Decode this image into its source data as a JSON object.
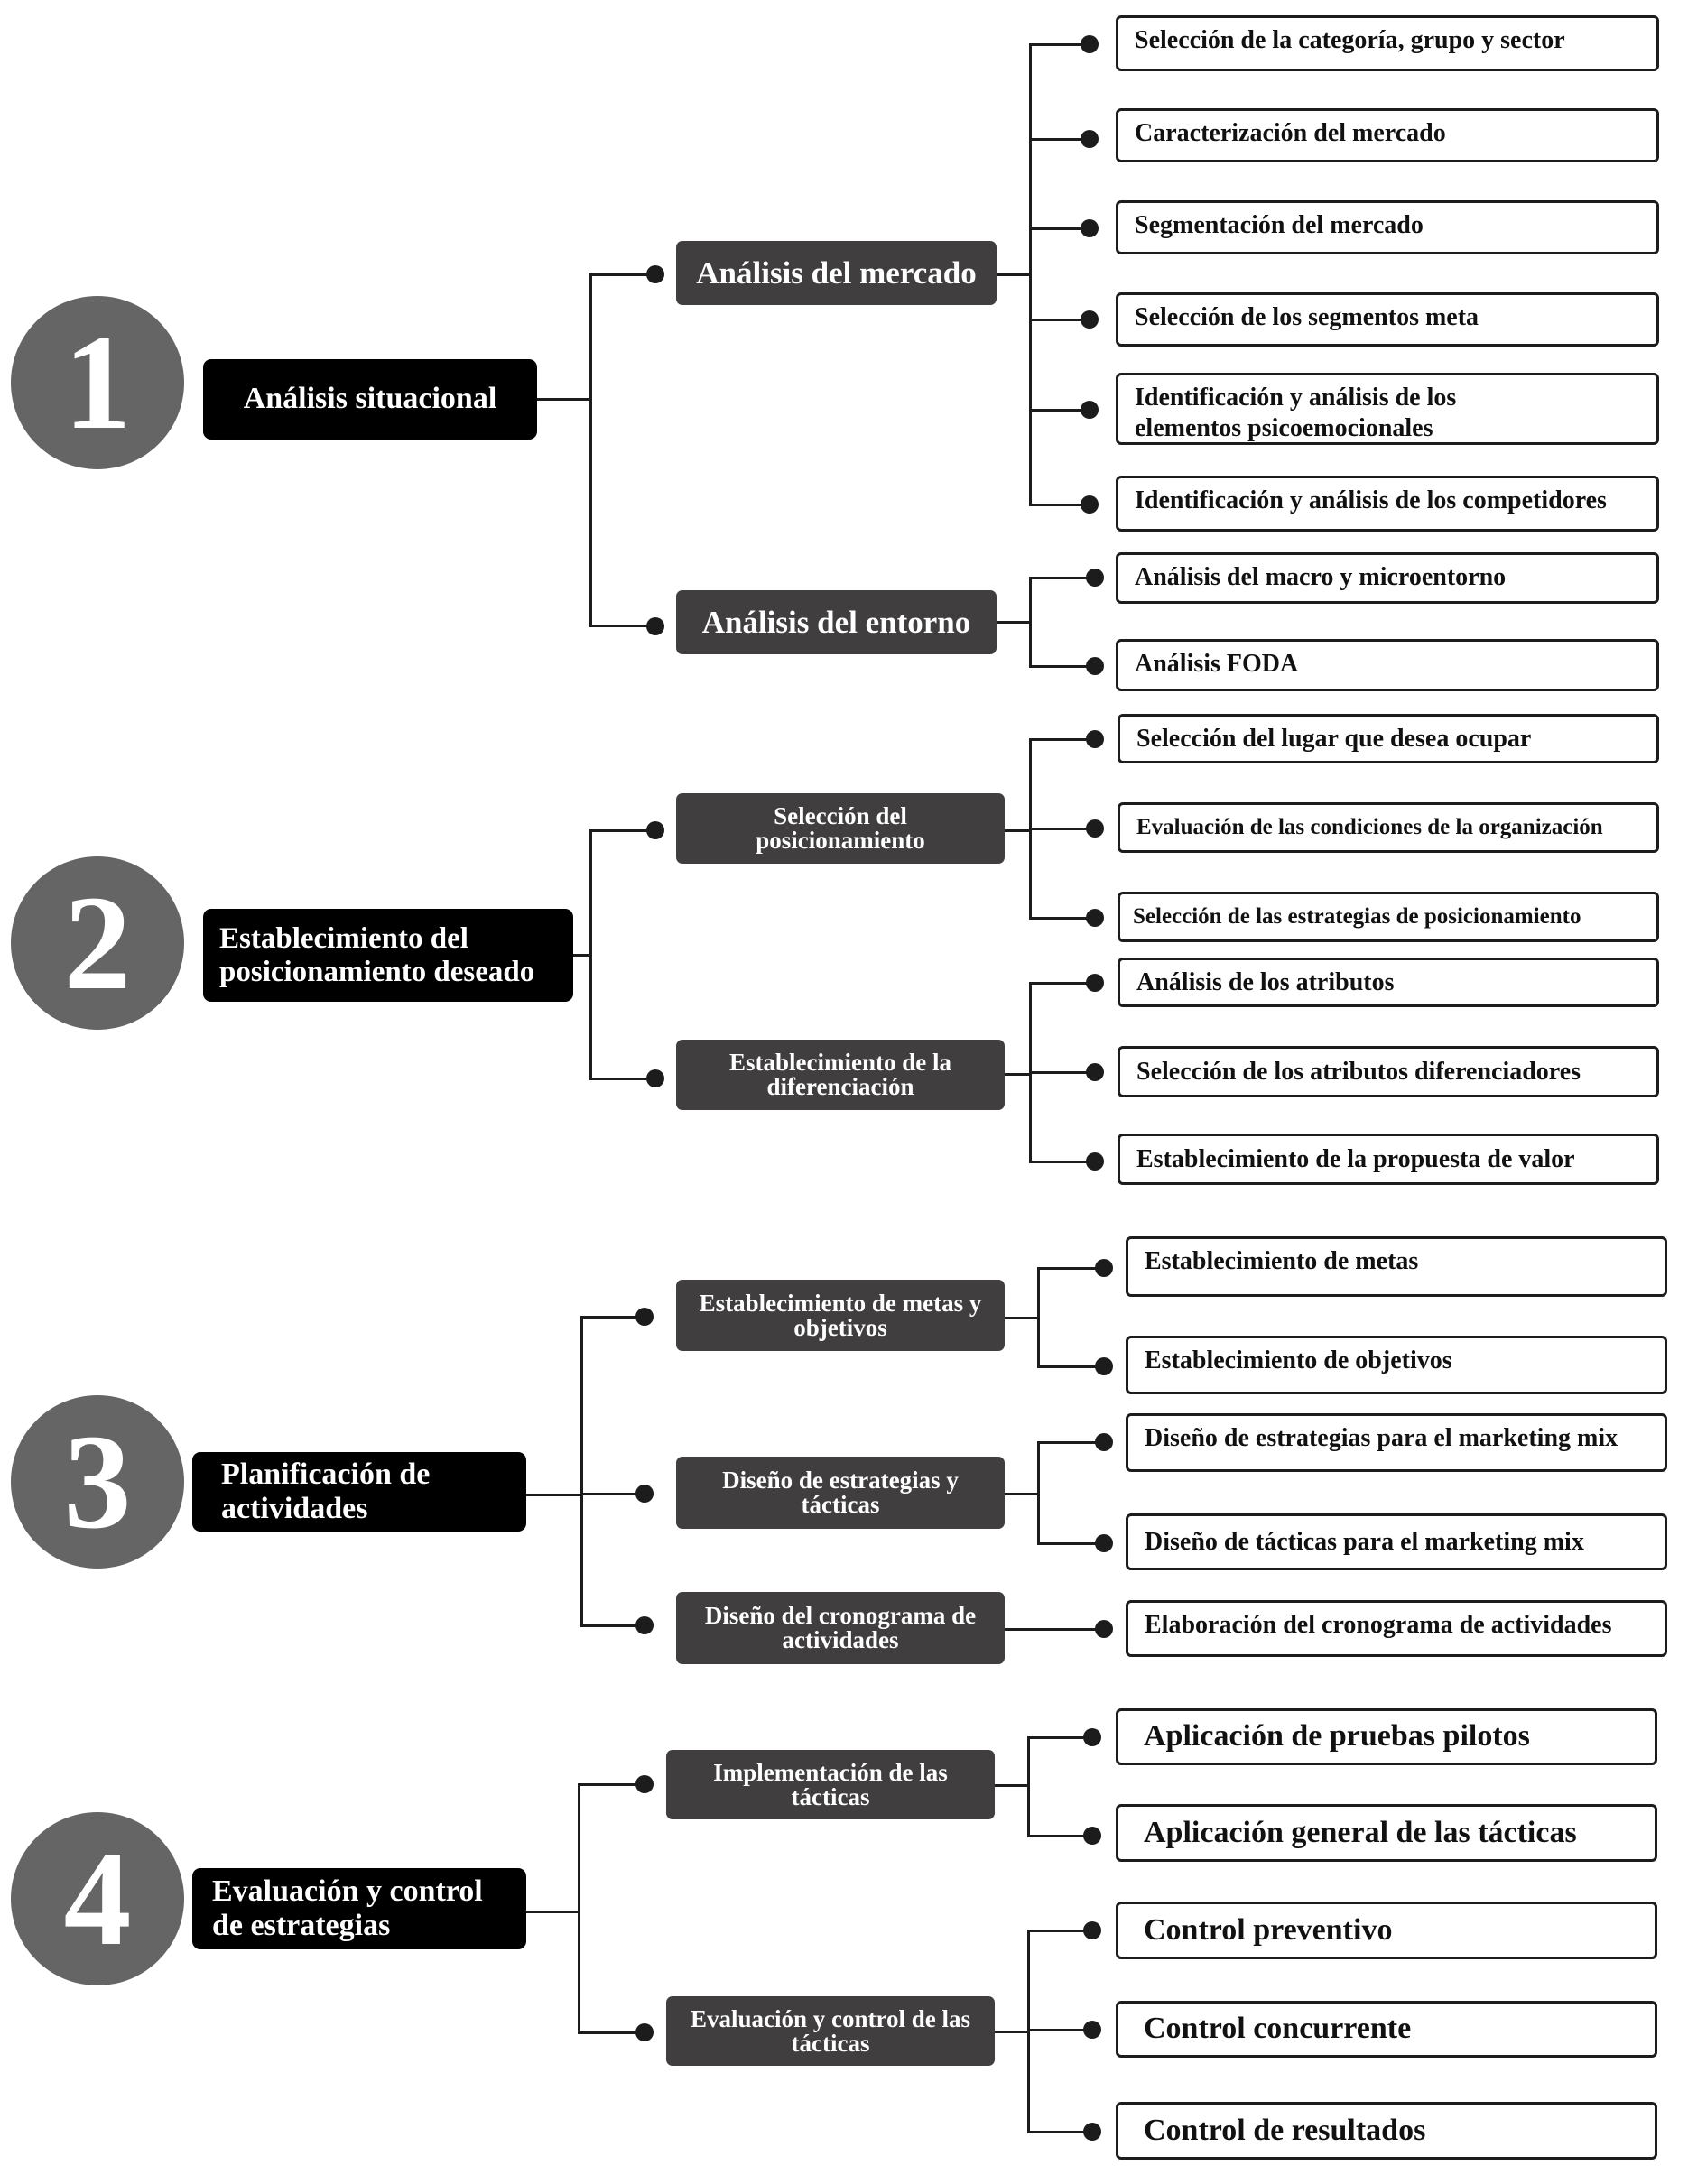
{
  "diagram": {
    "colors": {
      "circle": "#656565",
      "main_box": "#000000",
      "mid_box": "#403e3f",
      "leaf_border": "#1c1c1c",
      "connector": "#1c1c1c",
      "text_light": "#ffffff",
      "text_dark": "#111111"
    },
    "sections": [
      {
        "number": "1",
        "title": "Análisis situacional",
        "groups": [
          {
            "label": "Análisis del mercado",
            "items": [
              "Selección de la categoría, grupo y sector",
              "Caracterización del mercado",
              "Segmentación del mercado",
              "Selección de los segmentos meta",
              "Identificación y análisis de los elementos psicoemocionales",
              "Identificación y análisis de los competidores"
            ]
          },
          {
            "label": "Análisis del entorno",
            "items": [
              "Análisis del macro y microentorno",
              "Análisis FODA"
            ]
          }
        ]
      },
      {
        "number": "2",
        "title": "Establecimiento del posicionamiento deseado",
        "groups": [
          {
            "label": "Selección del posicionamiento",
            "items": [
              "Selección del lugar que desea ocupar",
              "Evaluación de las condiciones de la organización",
              "Selección de las estrategias de posicionamiento"
            ]
          },
          {
            "label": "Establecimiento de la diferenciación",
            "items": [
              "Análisis de los atributos",
              "Selección de los atributos diferenciadores",
              "Establecimiento de la propuesta de valor"
            ]
          }
        ]
      },
      {
        "number": "3",
        "title": "Planificación de actividades",
        "groups": [
          {
            "label": "Establecimiento de metas y objetivos",
            "items": [
              "Establecimiento de metas",
              "Establecimiento de objetivos"
            ]
          },
          {
            "label": "Diseño de estrategias y tácticas",
            "items": [
              "Diseño de estrategias para el marketing mix",
              "Diseño de tácticas para el marketing mix"
            ]
          },
          {
            "label": "Diseño del cronograma de actividades",
            "items": [
              "Elaboración del cronograma de actividades"
            ]
          }
        ]
      },
      {
        "number": "4",
        "title": "Evaluación y control de estrategias",
        "groups": [
          {
            "label": "Implementación de las tácticas",
            "items": [
              "Aplicación de pruebas pilotos",
              "Aplicación general de las tácticas"
            ]
          },
          {
            "label": "Evaluación y control de las tácticas",
            "items": [
              "Control preventivo",
              "Control concurrente",
              "Control de resultados"
            ]
          }
        ]
      }
    ]
  }
}
